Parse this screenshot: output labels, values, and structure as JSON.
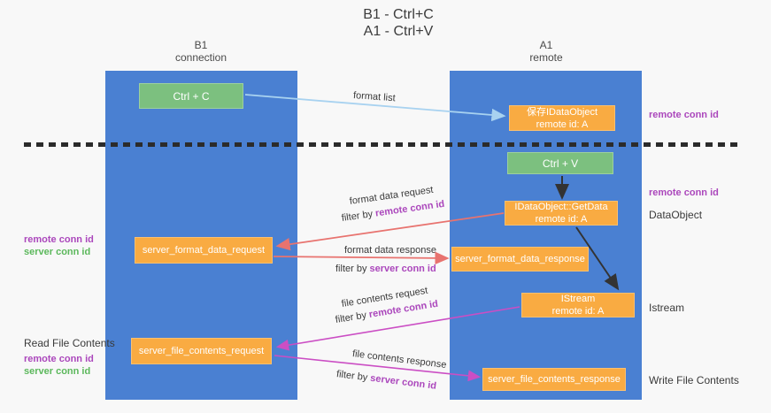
{
  "title": {
    "line1": "B1 - Ctrl+C",
    "line2": "A1 - Ctrl+V"
  },
  "lanes": {
    "left": {
      "title": "B1",
      "subtitle": "connection"
    },
    "right": {
      "title": "A1",
      "subtitle": "remote"
    }
  },
  "nodes": {
    "ctrl_c": {
      "label": "Ctrl + C"
    },
    "ctrl_v": {
      "label": "Ctrl + V"
    },
    "save_dataobject": {
      "line1": "保存IDataObject",
      "line2": "remote id: A"
    },
    "getdata": {
      "line1": "IDataObject::GetData",
      "line2": "remote id: A"
    },
    "istream": {
      "line1": "IStream",
      "line2": "remote id: A"
    },
    "server_format_data_request": {
      "label": "server_format_data_request"
    },
    "server_format_data_response": {
      "label": "server_format_data_response"
    },
    "server_file_contents_request": {
      "label": "server_file_contents_request"
    },
    "server_file_contents_response": {
      "label": "server_file_contents_response"
    }
  },
  "edge_labels": {
    "format_list": "format list",
    "format_data_request": "format data request",
    "format_data_request_filter_prefix": "filter by ",
    "format_data_request_filter_id": "remote conn id",
    "format_data_response": "format data response",
    "format_data_response_filter_prefix": "filter by ",
    "format_data_response_filter_id": "server conn id",
    "file_contents_request": "file contents request",
    "file_contents_request_filter_prefix": "filter by ",
    "file_contents_request_filter_id": "remote conn id",
    "file_contents_response": "file contents response",
    "file_contents_response_filter_prefix": "filter by ",
    "file_contents_response_filter_id": "server conn id"
  },
  "side_labels": {
    "right_top_remote_conn_id": "remote conn id",
    "right_mid_remote_conn_id": "remote conn id",
    "right_dataobject": "DataObject",
    "right_istream": "Istream",
    "right_write_file_contents": "Write File Contents",
    "left_remote_conn_id": "remote conn id",
    "left_server_conn_id": "server conn id",
    "left_read_file_contents": "Read File Contents",
    "left_remote_conn_id_2": "remote conn id",
    "left_server_conn_id_2": "server conn id"
  },
  "colors": {
    "lane_blue": "#4a80d2",
    "node_green": "#7cc07f",
    "node_orange": "#f9ab42",
    "label_purple": "#ab47bc",
    "label_green": "#5cb85c",
    "arrow_blue": "#a8d2f0",
    "arrow_red": "#e8736f",
    "arrow_magenta": "#cb4ec4",
    "arrow_black": "#333333",
    "background": "#f8f8f8"
  }
}
